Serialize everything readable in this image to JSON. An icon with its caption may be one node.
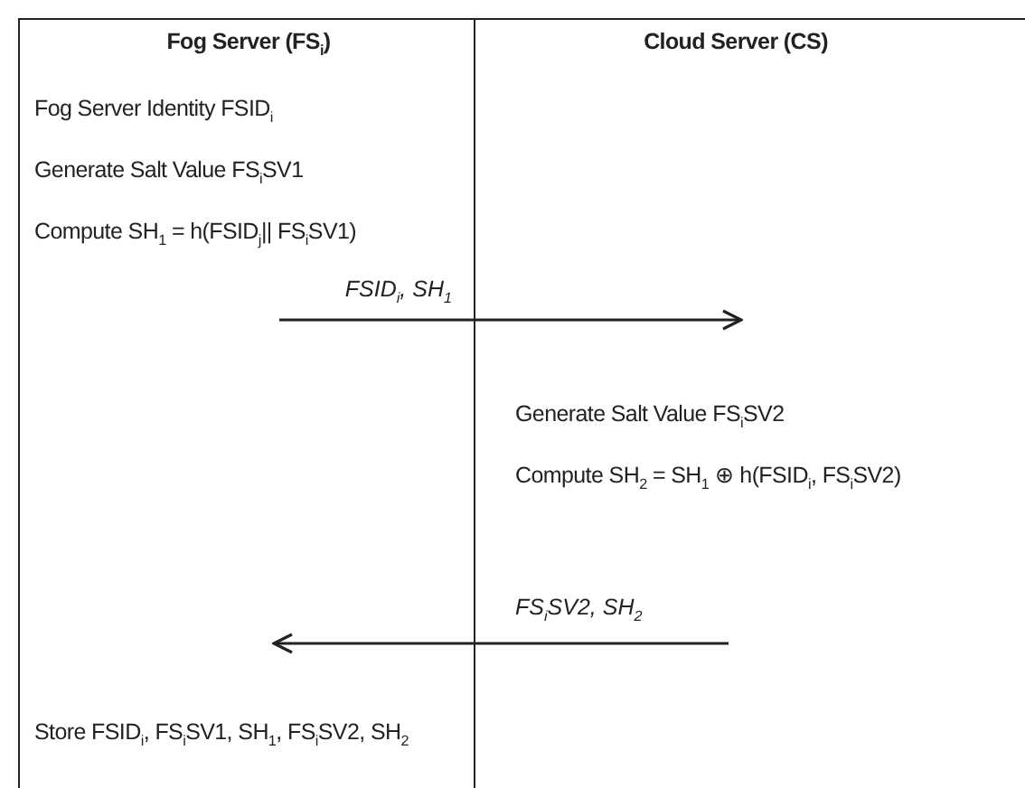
{
  "diagram": {
    "nodes": [
      {
        "text": [
          "Fog Server (FS$_{i}$)",
          "Fog Server Identity FSID$_{i}$",
          "Generate Salt Value FS$_{i}$SV1",
          "Compute SH$_{1}$ = h(FSID$_{j}$|| FS$_{i}$SV1)",
          "Store FSID$_{i}$, FS$_{i}$SV1, SH$_{1}$, FS$_{i}$SV2, SH$_{2}$"
        ]
      },
      {
        "text": [
          "Cloud Server (CS)",
          "Generate Salt Value FS$_{i}$SV2",
          "Compute SH$_{2}$ = SH$_{1}$ ⊕ h(FSID$_{i}$, FS$_{i}$SV2)"
        ]
      }
    ],
    "edges": [
      {
        "from": 0,
        "to": 1,
        "arrow": "to",
        "label": "FSID$_{i}$, SH$_{1}$"
      },
      {
        "from": 1,
        "to": 0,
        "arrow": "to",
        "label": "FS$_{i}$SV2, SH$_{2}$"
      }
    ]
  }
}
